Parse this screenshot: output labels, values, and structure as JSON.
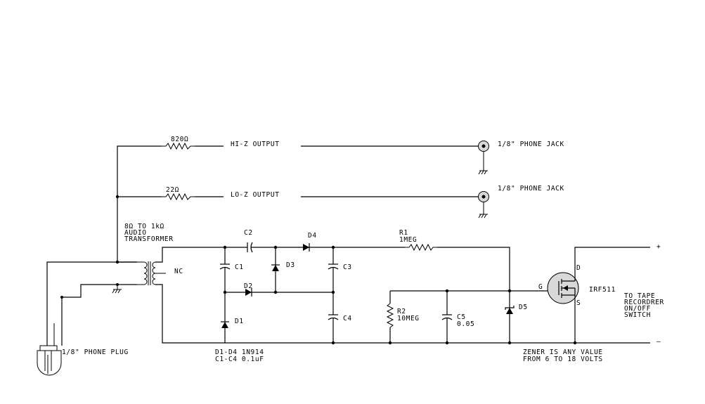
{
  "labels": {
    "r_hi": "820Ω",
    "hi_out": "HI-Z OUTPUT",
    "jack_hi": "1/8\" PHONE JACK",
    "r_lo": "22Ω",
    "lo_out": "LO-Z OUTPUT",
    "jack_lo": "1/8\" PHONE JACK",
    "xfmr_1": "8Ω TO 1kΩ",
    "xfmr_2": "AUDIO",
    "xfmr_3": "TRANSFORMER",
    "nc": "NC",
    "c2": "C2",
    "d4": "D4",
    "r1": "R1",
    "r1_val": "1MEG",
    "c1": "C1",
    "d3": "D3",
    "d2": "D2",
    "c3": "C3",
    "c4": "C4",
    "d1": "D1",
    "r2": "R2",
    "r2_val": "10MEG",
    "c5": "C5",
    "c5_val": "0.05",
    "d5": "D5",
    "g": "G",
    "d": "D",
    "s": "S",
    "fet": "IRF511",
    "plus": "+",
    "minus": "–",
    "tape_1": "TO TAPE",
    "tape_2": "RECORDRER",
    "tape_3": "ON/OFF",
    "tape_4": "SWITCH",
    "plug": "1/8\" PHONE PLUG",
    "note_d": "D1-D4  1N914",
    "note_c": "C1-C4  0.1uF",
    "zener_1": "ZENER IS ANY VALUE",
    "zener_2": "FROM 6 TO 18 VOLTS"
  }
}
